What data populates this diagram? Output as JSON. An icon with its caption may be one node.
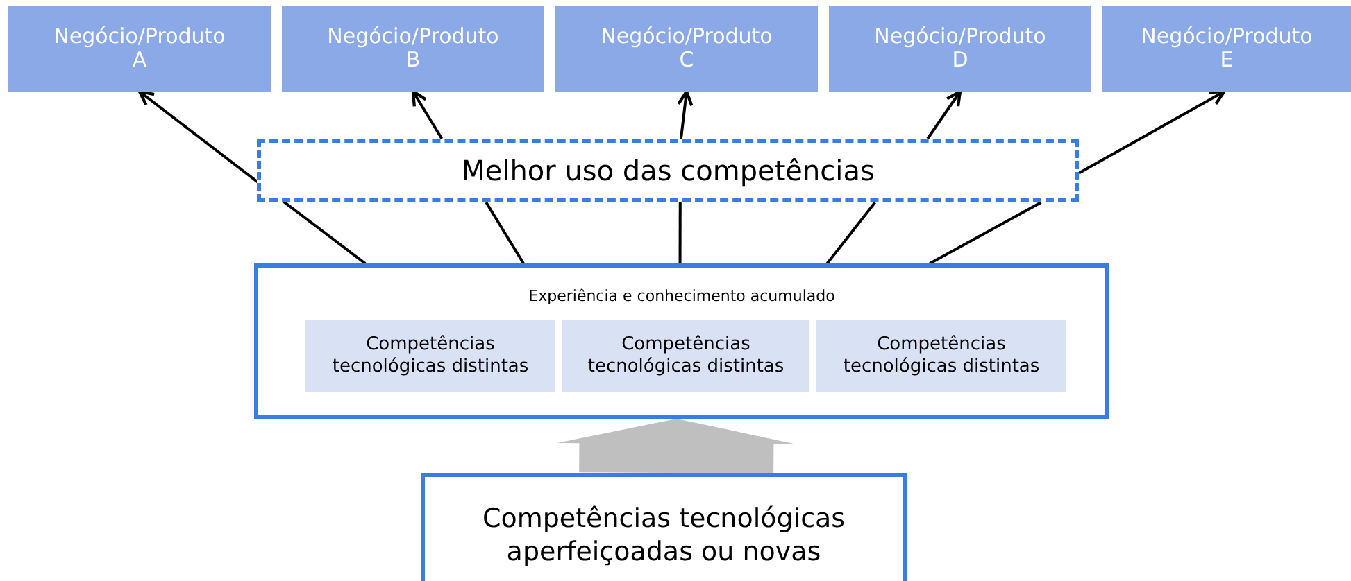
{
  "diagram": {
    "nodes": [
      {
        "text": [
          "Negócio/Produto A"
        ]
      },
      {
        "text": [
          "Negócio/Produto B"
        ]
      },
      {
        "text": [
          "Negócio/Produto C"
        ]
      },
      {
        "text": [
          "Negócio/Produto D"
        ]
      },
      {
        "text": [
          "Negócio/Produto E"
        ]
      },
      {
        "text": [
          "Melhor uso das competências"
        ]
      },
      {
        "text": [
          "Experiência e conhecimento acumulado"
        ]
      },
      {
        "text": [
          "Competências tecnológicas distintas"
        ],
        "in": 6
      },
      {
        "text": [
          "Competências tecnológicas distintas"
        ],
        "in": 6
      },
      {
        "text": [
          "Competências tecnológicas distintas"
        ],
        "in": 6
      },
      {
        "text": [
          "Competências tecnológicas aperfeiçoadas ou novas"
        ]
      }
    ],
    "edges": [
      {
        "from": 6,
        "to": 5,
        "arrow": "none"
      },
      {
        "from": 6,
        "to": 5,
        "arrow": "none"
      },
      {
        "from": 6,
        "to": 5,
        "arrow": "none"
      },
      {
        "from": 6,
        "to": 5,
        "arrow": "none"
      },
      {
        "from": 6,
        "to": 5,
        "arrow": "none"
      },
      {
        "from": 5,
        "to": 0,
        "arrow": "to"
      },
      {
        "from": 5,
        "to": 1,
        "arrow": "to"
      },
      {
        "from": 5,
        "to": 2,
        "arrow": "to"
      },
      {
        "from": 5,
        "to": 3,
        "arrow": "to"
      },
      {
        "from": 5,
        "to": 4,
        "arrow": "to"
      },
      {
        "from": 10,
        "to": 6,
        "arrow": "to",
        "style": "thick",
        "color": "#bfbfbf"
      }
    ]
  }
}
